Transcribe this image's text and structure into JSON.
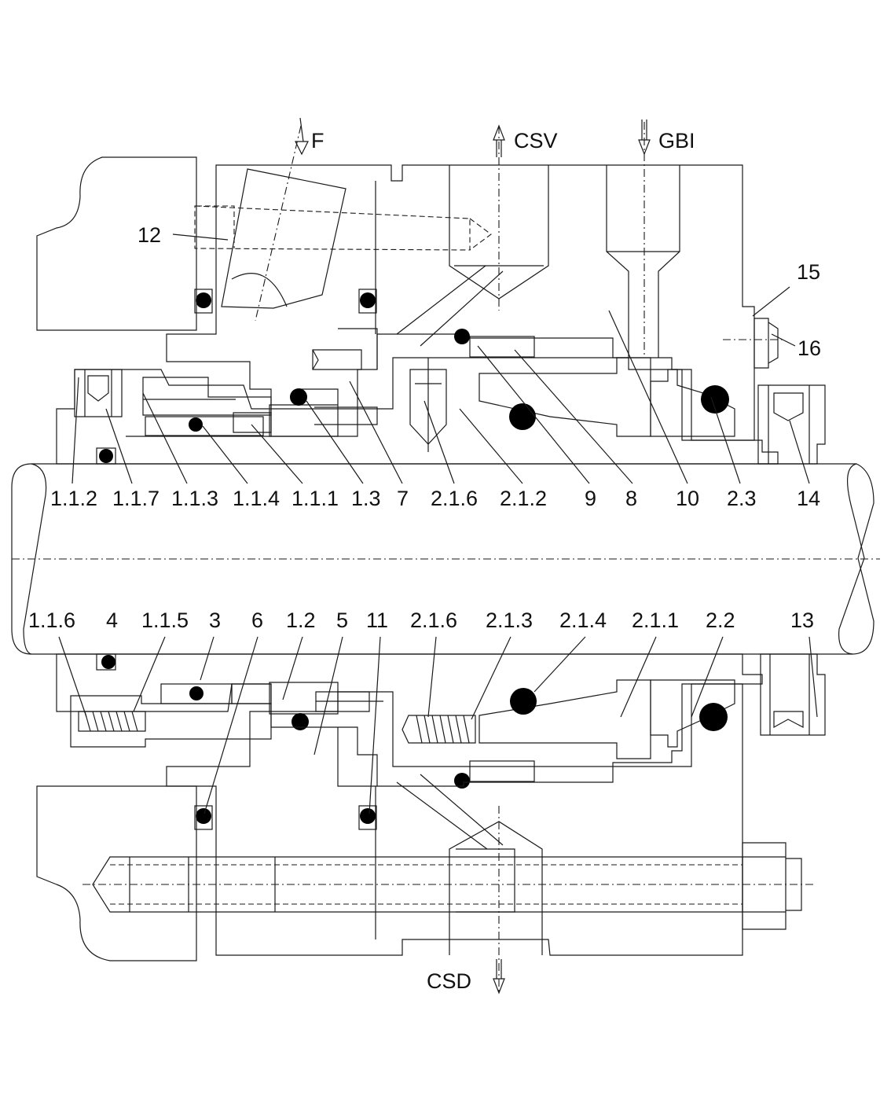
{
  "colors": {
    "housing": "#cfe6de",
    "sleeve": "#d3e3b3",
    "seal_face": "#a9c82a",
    "seat": "#00a3e0",
    "shaft": "#a8dcf4",
    "gland_ring": "#b5dcf2",
    "oring": "#000000",
    "line": "#1a1a1a"
  },
  "ports": {
    "f": "F",
    "csv": "CSV",
    "gbi": "GBI",
    "csd": "CSD"
  },
  "labels_upper": [
    "1.1.2",
    "1.1.7",
    "1.1.3",
    "1.1.4",
    "1.1.1",
    "1.3",
    "7",
    "2.1.6",
    "2.1.2",
    "9",
    "8",
    "10",
    "2.3",
    "14"
  ],
  "labels_lower": [
    "1.1.6",
    "4",
    "1.1.5",
    "3",
    "6",
    "1.2",
    "5",
    "11",
    "2.1.6",
    "2.1.3",
    "2.1.4",
    "2.1.1",
    "2.2",
    "13"
  ],
  "labels_side": {
    "left": "12",
    "right_top": "15",
    "right_mid": "16"
  }
}
